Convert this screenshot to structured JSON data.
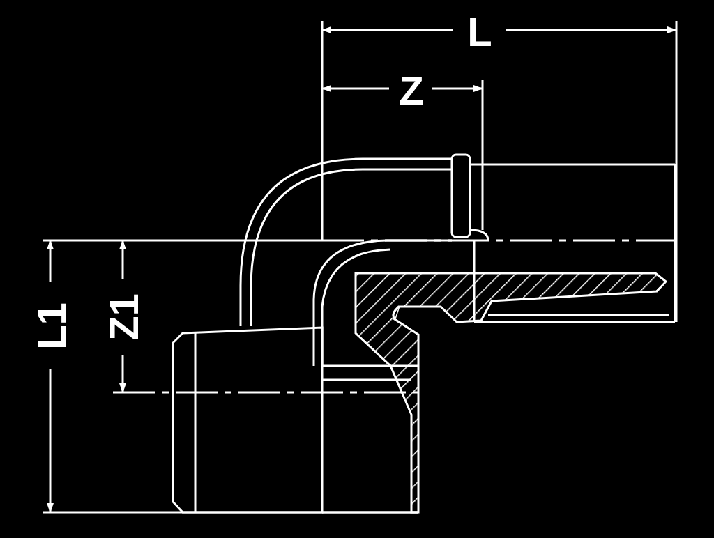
{
  "diagram": {
    "labels": [
      "L",
      "Z",
      "L1",
      "Z1"
    ]
  }
}
